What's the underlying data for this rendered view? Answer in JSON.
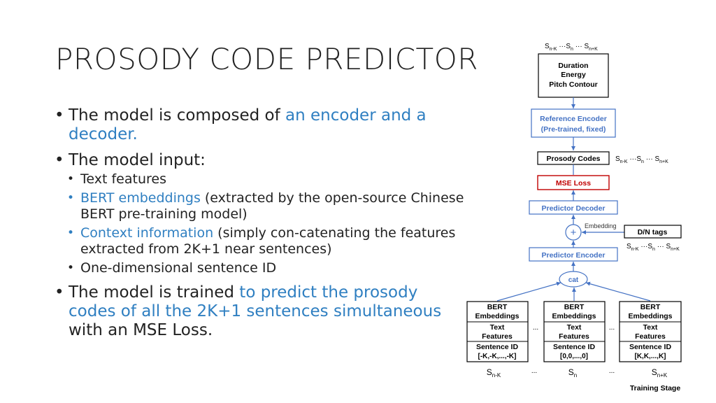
{
  "title": "PROSODY CODE PREDICTOR",
  "bullets": [
    {
      "pre": "The model is composed of ",
      "hl": "an encoder and a decoder.",
      "post": ""
    },
    {
      "pre": "The model input:",
      "hl": "",
      "post": ""
    },
    {
      "pre": "The model is trained ",
      "hl": "to predict the prosody codes of all the 2K+1 sentences simultaneous",
      "post": " with an MSE Loss."
    }
  ],
  "sub_bullets": [
    {
      "hl": "",
      "text": "Text features"
    },
    {
      "hl": "BERT embeddings",
      "text": " (extracted by the open-source Chinese BERT pre-training model)"
    },
    {
      "hl": "Context information",
      "text": " (simply con-catenating the features extracted from 2K+1 near sentences)"
    },
    {
      "hl": "",
      "text": "One-dimensional sentence ID"
    }
  ],
  "diagram": {
    "top_seq": {
      "a": "S",
      "a_sub": "n-K",
      "b": "S",
      "b_sub": "n",
      "c": "S",
      "c_sub": "n+K"
    },
    "features_box": [
      "Duration",
      "Energy",
      "Pitch Contour"
    ],
    "ref_encoder": [
      "Reference Encoder",
      "(Pre-trained, fixed)"
    ],
    "prosody_codes": "Prosody Codes",
    "mse_loss": "MSE Loss",
    "predictor_decoder": "Predictor Decoder",
    "embedding_label": "Embedding",
    "plus": "+",
    "dn_tags": "D/N tags",
    "predictor_encoder": "Predictor Encoder",
    "cat": "cat",
    "dots": "...",
    "columns": [
      {
        "bert": [
          "BERT",
          "Embeddings"
        ],
        "text": [
          "Text",
          "Features"
        ],
        "sid": [
          "Sentence ID",
          "[-K,-K,...,-K]"
        ],
        "label": "S",
        "label_sub": "n-K"
      },
      {
        "bert": [
          "BERT",
          "Embeddings"
        ],
        "text": [
          "Text",
          "Features"
        ],
        "sid": [
          "Sentence ID",
          "[0,0,...,0]"
        ],
        "label": "S",
        "label_sub": "n"
      },
      {
        "bert": [
          "BERT",
          "Embeddings"
        ],
        "text": [
          "Text",
          "Features"
        ],
        "sid": [
          "Sentence ID",
          "[K,K,...,K]"
        ],
        "label": "S",
        "label_sub": "n+K"
      }
    ],
    "training_stage": "Training Stage",
    "colors": {
      "blue": "#4472c4",
      "red": "#c00000",
      "black": "#000000"
    }
  }
}
